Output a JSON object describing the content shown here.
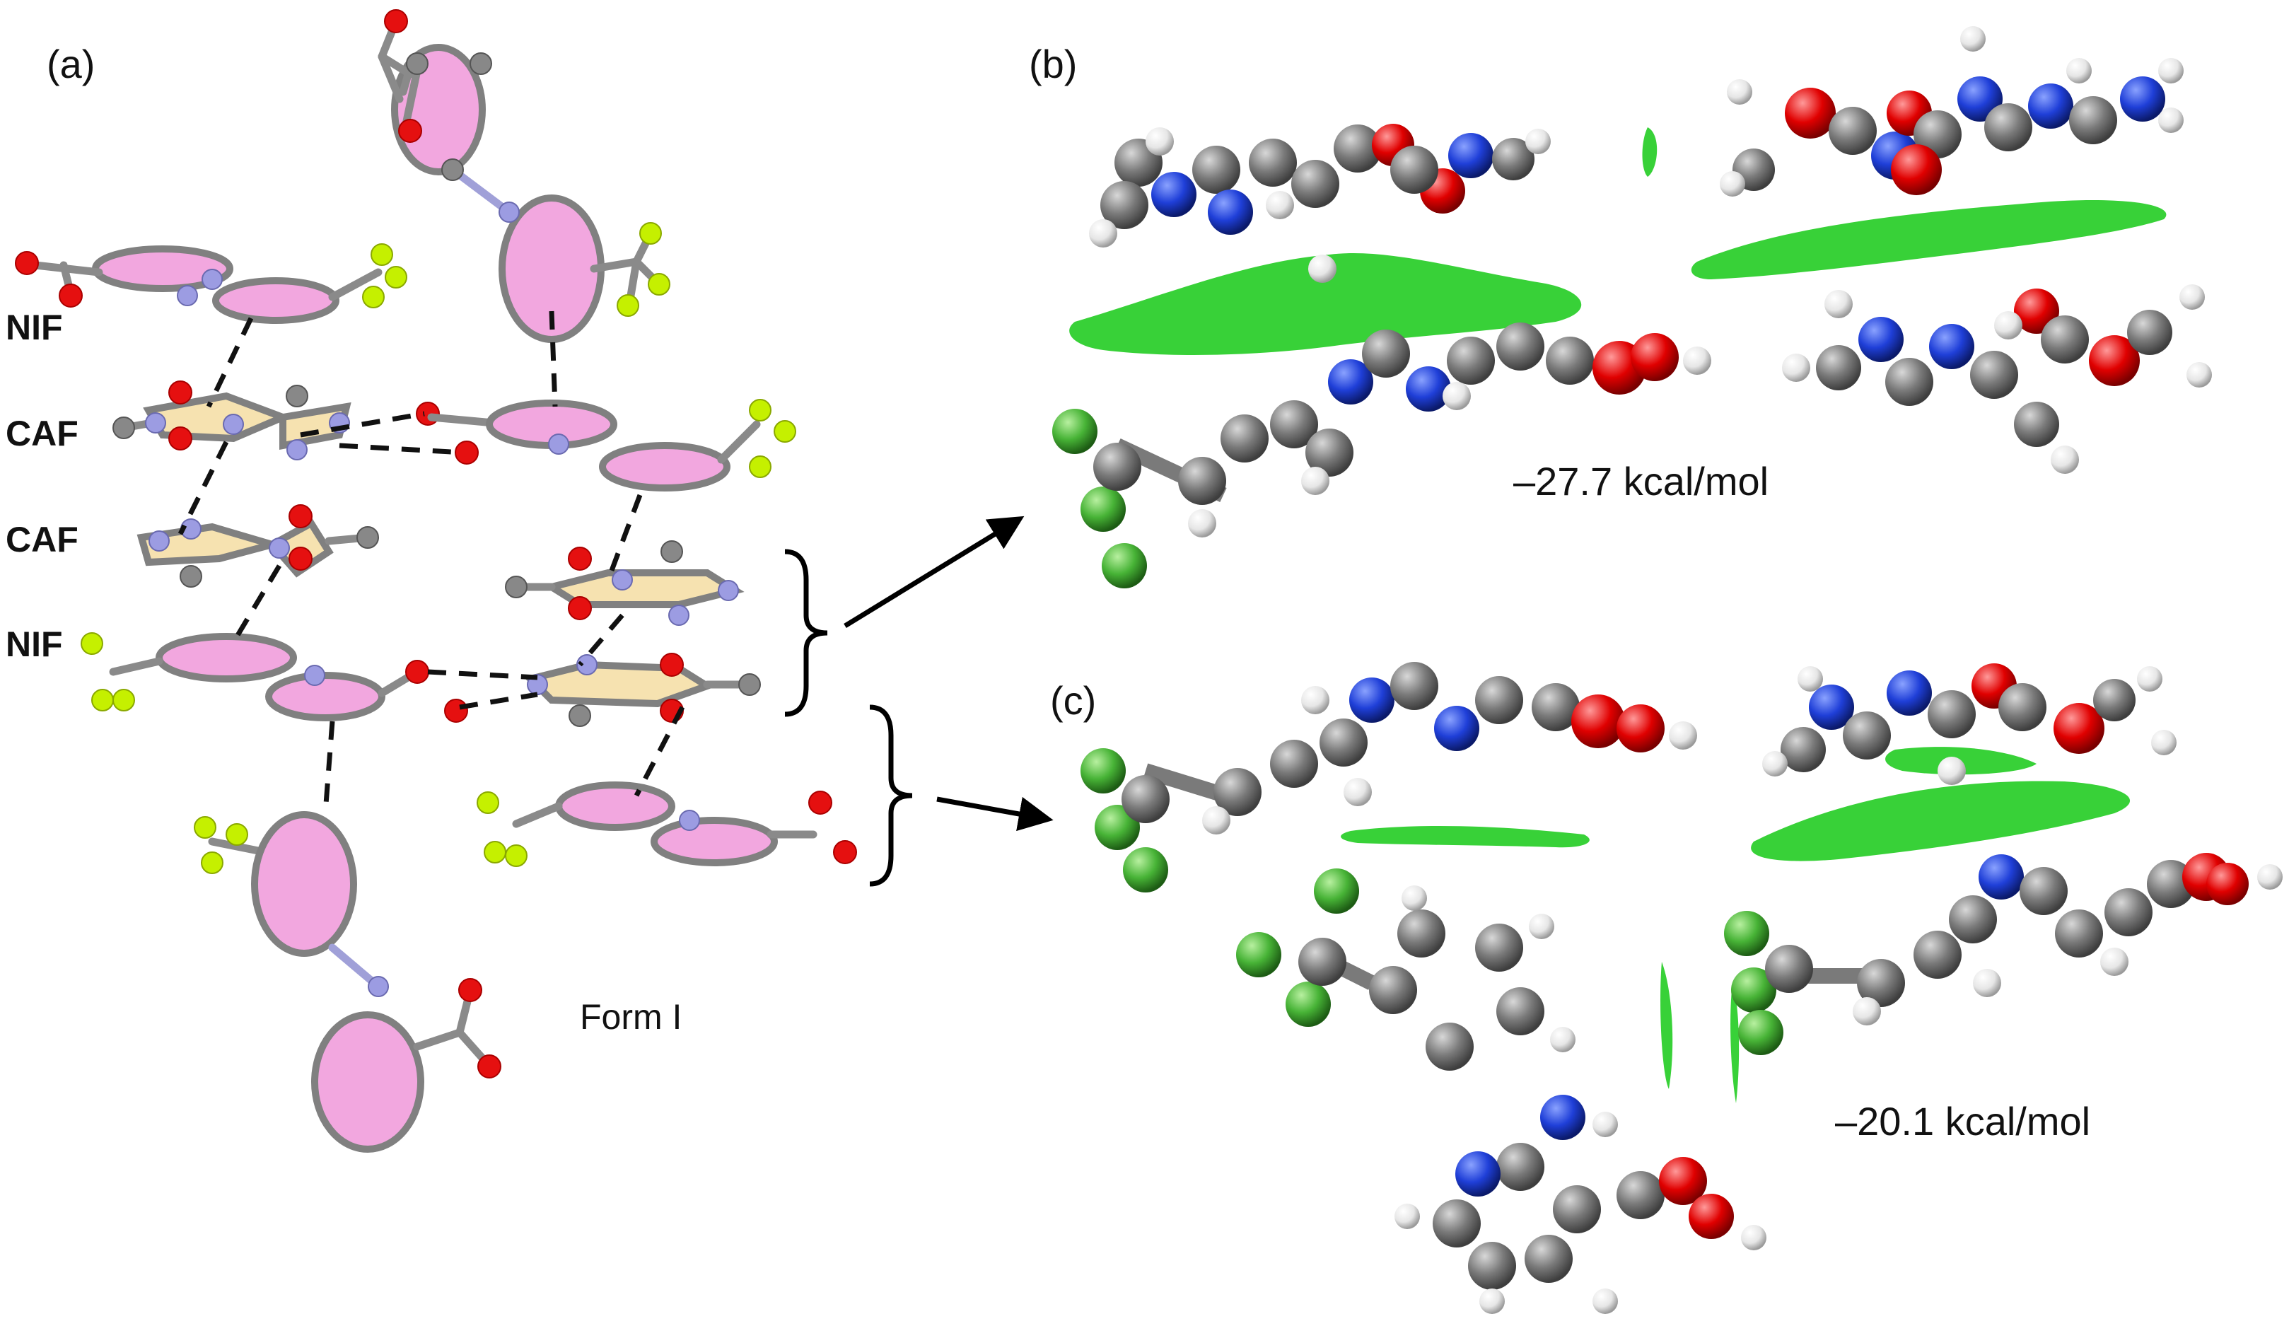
{
  "figure": {
    "panels": [
      {
        "id": "a",
        "label": "(a)"
      },
      {
        "id": "b",
        "label": "(b)"
      },
      {
        "id": "c",
        "label": "(c)"
      }
    ],
    "molecule_labels": [
      "NIF",
      "CAF",
      "CAF",
      "NIF"
    ],
    "form_label": "Form I",
    "energies": {
      "b": "–27.7 kcal/mol",
      "c": "–20.1 kcal/mol"
    }
  },
  "colors": {
    "carbon": "#888888",
    "nitrogen": "#9c9ce2",
    "nitrogen_3d": "#1f3fd8",
    "oxygen": "#e51010",
    "fluorine": "#c5f000",
    "fluorine_3d": "#4cb83a",
    "hydrogen": "#ececec",
    "ring_pink": "#f2a7df",
    "ring_tan": "#f6e2b0",
    "nci_green": "#22cc22"
  }
}
